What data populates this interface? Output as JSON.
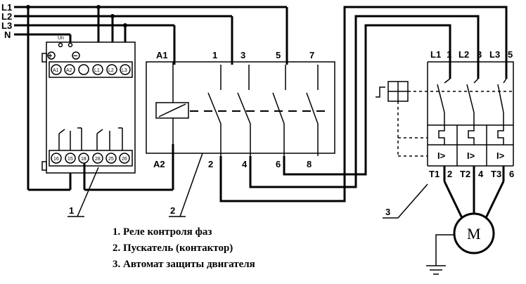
{
  "lines": {
    "l1": "L1",
    "l2": "L2",
    "l3": "L3",
    "n": "N"
  },
  "relay": {
    "un": "Un",
    "plus": "+",
    "minus": "−",
    "top_terminals": [
      "A1",
      "A2",
      "",
      "L1",
      "L2",
      "L3"
    ],
    "bottom_terminals": [
      "16",
      "15",
      "18",
      "28",
      "25",
      "26"
    ]
  },
  "contactor": {
    "coil_top": "A1",
    "coil_bottom": "A2",
    "top_terminals": [
      "1",
      "3",
      "5",
      "7"
    ],
    "bottom_terminals": [
      "2",
      "4",
      "6",
      "8"
    ]
  },
  "breaker": {
    "top_phases": [
      "L1",
      "L2",
      "L3"
    ],
    "top_numbers": [
      "1",
      "3",
      "5"
    ],
    "bottom_phases": [
      "T1",
      "T2",
      "T3"
    ],
    "bottom_numbers": [
      "2",
      "4",
      "6"
    ],
    "trip_symbol": "I>"
  },
  "motor": {
    "label": "M"
  },
  "callouts": [
    "1",
    "2",
    "3"
  ],
  "legend": [
    "1. Реле контроля фаз",
    "2. Пускатель (контактор)",
    "3. Автомат защиты двигателя"
  ]
}
